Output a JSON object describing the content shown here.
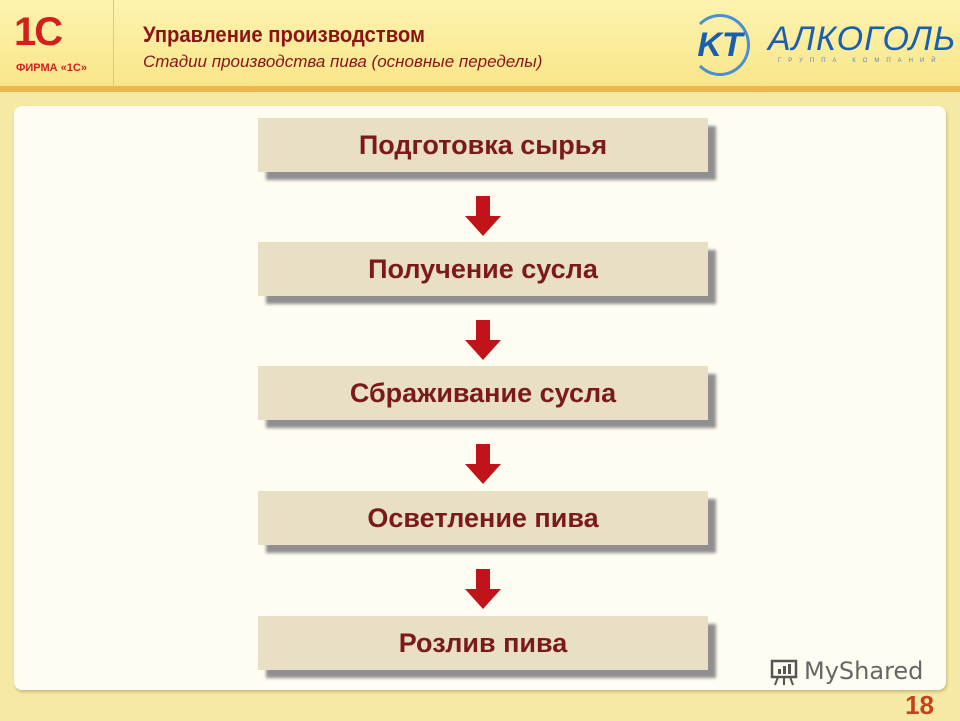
{
  "header": {
    "logo_left": {
      "mark": "1С",
      "text": "ФИРМА «1С»"
    },
    "title": "Управление производством",
    "subtitle": "Стадии производства пива (основные переделы)",
    "logo_right": {
      "mark": "KT",
      "text": "АЛКОГОЛЬ",
      "tagline": "ГРУППА КОМПАНИЙ"
    }
  },
  "stages": [
    {
      "label": "Подготовка сырья"
    },
    {
      "label": "Получение сусла"
    },
    {
      "label": "Сбраживание сусла"
    },
    {
      "label": "Осветление пива"
    },
    {
      "label": "Розлив пива"
    }
  ],
  "colors": {
    "box": "#e8dfc4",
    "text": "#7b1a1a",
    "arrow": "#c0141a",
    "header": "#f9e68a"
  },
  "watermark": "MyShared",
  "page_number": "18"
}
